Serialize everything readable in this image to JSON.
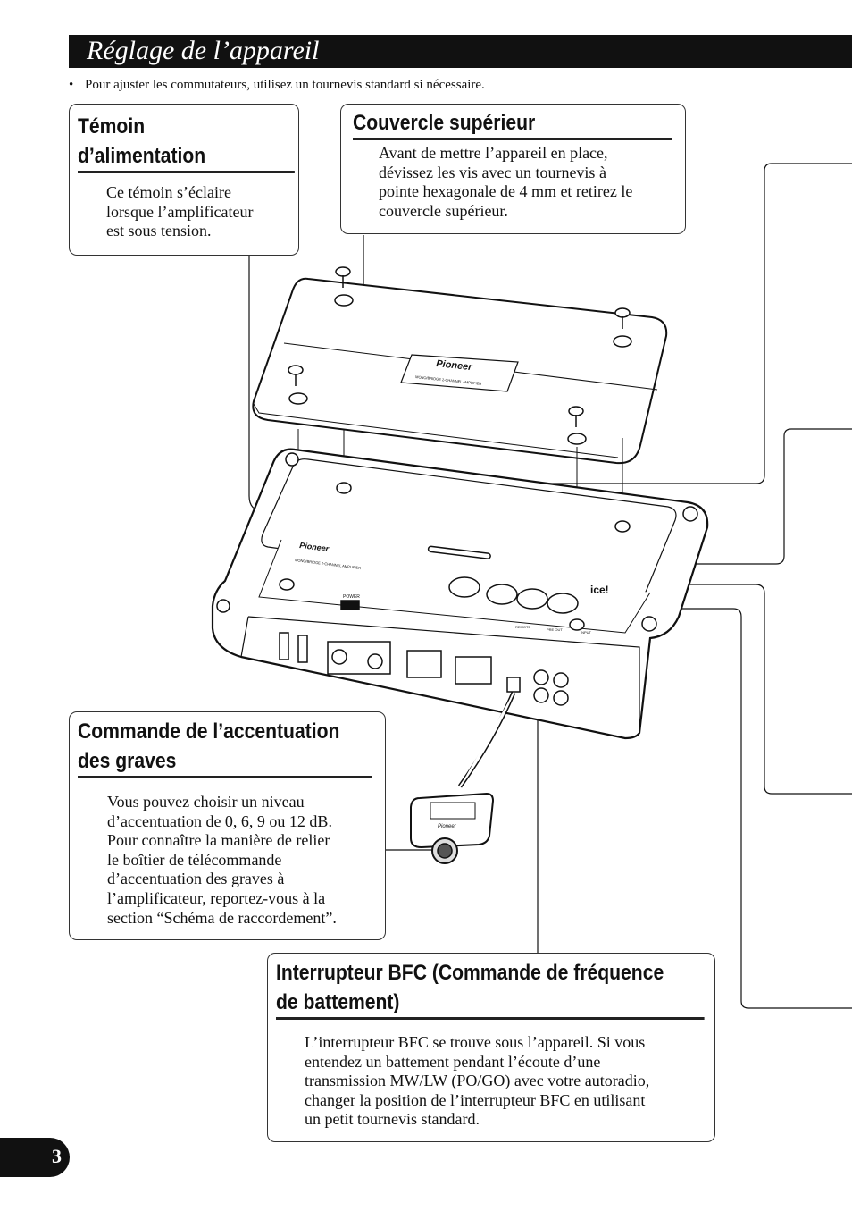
{
  "section": {
    "title": "Réglage de l’appareil"
  },
  "note": {
    "bullet": "•",
    "text": "Pour ajuster les commutateurs, utilisez un tournevis standard si nécessaire."
  },
  "boxes": {
    "temoin": {
      "title_l1": "Témoin",
      "title_l2": "d’alimentation",
      "body_l1": "Ce témoin s’éclaire",
      "body_l2": "lorsque l’amplificateur",
      "body_l3": "est sous tension."
    },
    "couvercle": {
      "title": "Couvercle supérieur",
      "body_l1": "Avant de mettre l’appareil en place,",
      "body_l2": "dévissez les vis avec un tournevis à",
      "body_l3": "pointe hexagonale de 4 mm et retirez le",
      "body_l4": "couvercle supérieur."
    },
    "commande": {
      "title_l1": "Commande de l’accentuation",
      "title_l2": "des graves",
      "body_l1": "Vous pouvez choisir un niveau",
      "body_l2": "d’accentuation de 0, 6, 9 ou 12 dB.",
      "body_l3": "Pour connaître la manière de relier",
      "body_l4": "le boîtier de télécommande",
      "body_l5": "d’accentuation des graves à",
      "body_l6": "l’amplificateur, reportez-vous à la",
      "body_l7": "section “Schéma de raccordement”."
    },
    "bfc": {
      "title_l1": "Interrupteur BFC (Commande de fréquence",
      "title_l2": "de battement)",
      "body_l1": "L’interrupteur BFC se trouve sous l’appareil. Si vous",
      "body_l2": "entendez un battement pendant l’écoute d’une",
      "body_l3": "transmission MW/LW (PO/GO) avec votre autoradio,",
      "body_l4": "changer la position de l’interrupteur BFC en utilisant",
      "body_l5": "un petit tournevis standard."
    }
  },
  "diagram": {
    "brand": "Pioneer",
    "cover_model_text": "MONO/BRIDGE 2-CHANNEL AMPLIFIER",
    "body_model_text": "MONO/BRIDGE 2-CHANNEL AMPLIFIER",
    "power_label": "POWER",
    "ice_label": "ice!",
    "remote_label": "REMOTE",
    "preout_label": "PRE OUT",
    "input_label": "INPUT"
  },
  "page": {
    "number": "3"
  }
}
